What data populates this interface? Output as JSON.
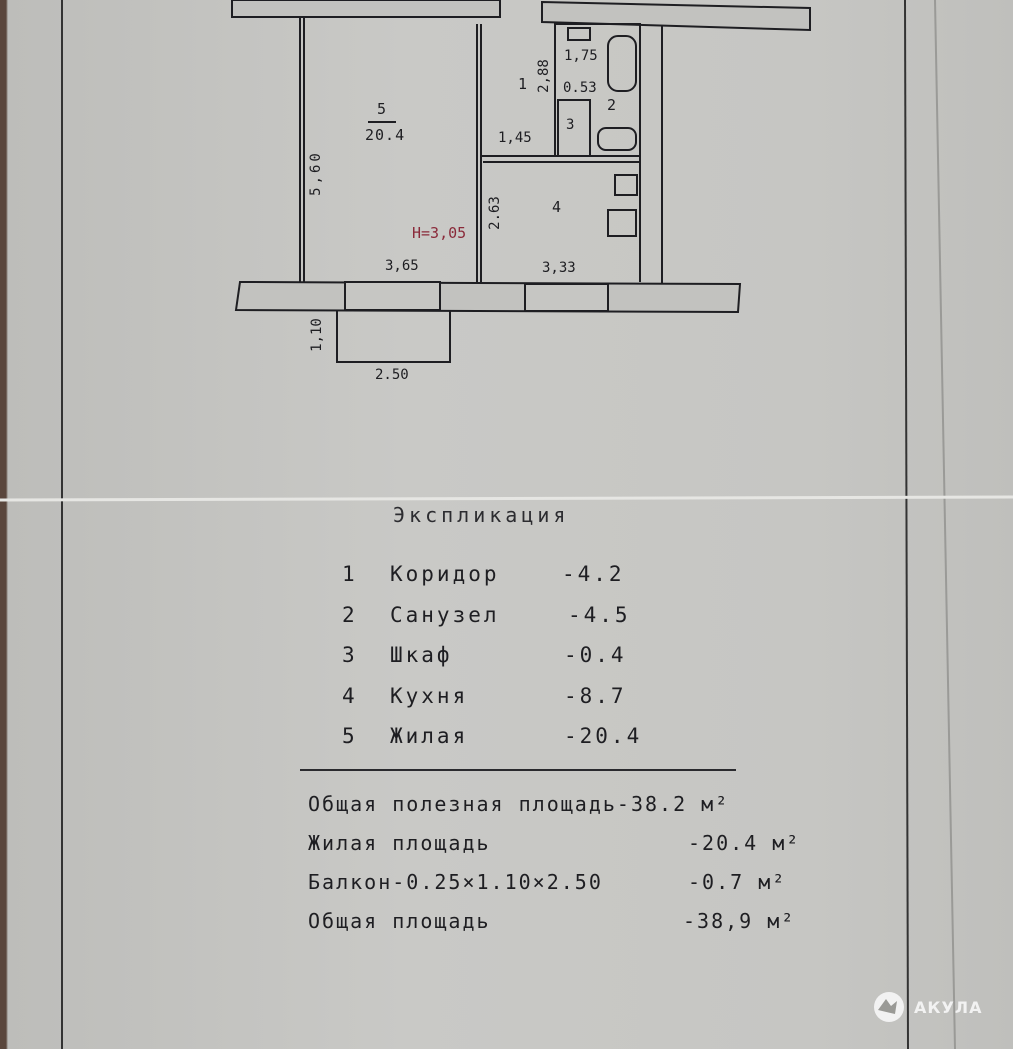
{
  "plan": {
    "rooms": [
      {
        "number": "5",
        "area": "20.4"
      },
      {
        "number": "1"
      },
      {
        "number": "2"
      },
      {
        "number": "3"
      },
      {
        "number": "4"
      }
    ],
    "dimensions": [
      "5,60",
      "3,65",
      "2,88",
      "1,45",
      "1,75",
      "0.53",
      "2.63",
      "3,33",
      "1,10",
      "2.50"
    ],
    "ceiling_height": "H=3,05"
  },
  "explication": {
    "title": "Экспликация",
    "items": [
      {
        "no": "1",
        "name": "Коридор",
        "area": "-4.2"
      },
      {
        "no": "2",
        "name": "Санузел",
        "area": "-4.5"
      },
      {
        "no": "3",
        "name": "Шкаф",
        "area": "-0.4"
      },
      {
        "no": "4",
        "name": "Кухня",
        "area": "-8.7"
      },
      {
        "no": "5",
        "name": "Жилая",
        "area": "-20.4"
      }
    ]
  },
  "summary": [
    {
      "label": "Общая полезная площадь",
      "value": "-38.2 м²"
    },
    {
      "label": "Жилая площадь",
      "value": "-20.4 м²"
    },
    {
      "label": "Балкон-0.25×1.10×2.50",
      "value": "-0.7 м²"
    },
    {
      "label": "Общая площадь",
      "value": "-38,9 м²"
    }
  ],
  "watermark": {
    "brand": "АКУЛА"
  },
  "colors": {
    "ink": "#1e1e22",
    "red_ink": "#8a2a3a",
    "paper": "#c6c6c3"
  }
}
